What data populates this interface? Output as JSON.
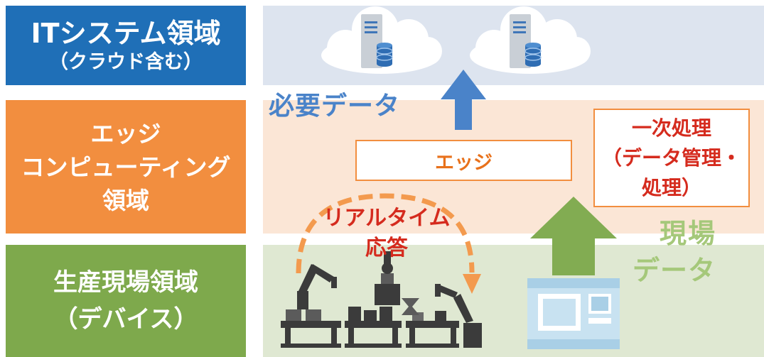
{
  "labels": {
    "it_title": "ITシステム領域",
    "it_sub": "（クラウド含む）",
    "edge_line1": "エッジ",
    "edge_line2": "コンピューティング",
    "edge_line3": "領域",
    "field_title": "生産現場領域",
    "field_sub": "（デバイス）"
  },
  "diagram": {
    "need_data": "必要データ",
    "edge_box": "エッジ",
    "processing": [
      "一次処理",
      "（データ管理・",
      "処理）"
    ],
    "realtime": [
      "リアルタイム",
      "応答"
    ],
    "field_data": [
      "現場",
      "データ"
    ]
  },
  "colors": {
    "it": "#1f6fb7",
    "edge": "#f28e3f",
    "field": "#7ea94c",
    "red_text": "#d52b1e",
    "blue_arrow": "#4a83c9",
    "green_arrow": "#82ac52"
  }
}
